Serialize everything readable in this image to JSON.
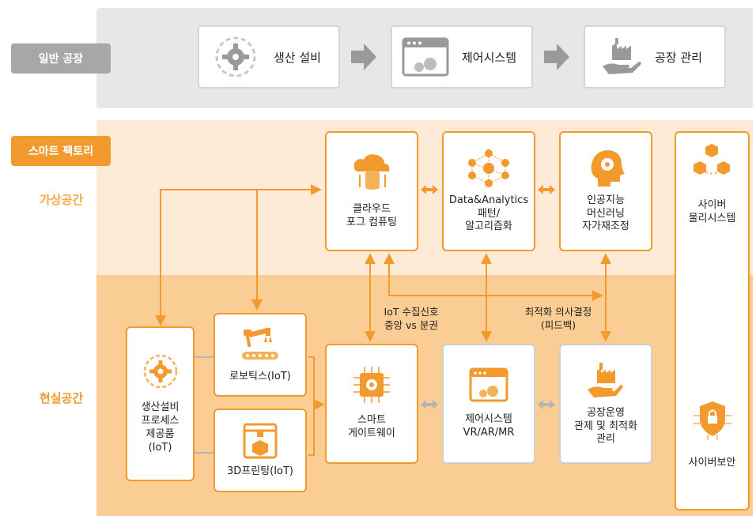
{
  "general": {
    "label": "일반 공장",
    "steps": [
      "생산 설비",
      "제어시스템",
      "공장 관리"
    ]
  },
  "smart": {
    "label": "스마트 팩토리",
    "virtual_label": "가상공간",
    "real_label": "현실공간",
    "cloud": "클라우드\n포그 컴퓨팅",
    "analytics": "Data&Analytics\n패턴/\n알고리즘화",
    "ai": "인공지능\n머신러닝\n자가재조정",
    "cps": "사이버\n물리시스템",
    "security": "사이버보안",
    "equipment": "생산설비\n프로세스\n제공품\n(IoT)",
    "robotics": "로보틱스(IoT)",
    "printing": "3D프린팅(IoT)",
    "gateway": "스마트\n게이트웨이",
    "control": "제어시스템\nVR/AR/MR",
    "operation": "공장운영\n관제 및 최적화\n관리",
    "iot_label": "IoT 수집신호\n중앙 vs 분권",
    "decision_label": "최적화 의사결정\n(피드백)"
  },
  "colors": {
    "orange": "#f29a2e",
    "gray_tag": "#a7a7a7",
    "light_orange": "#f6b25a"
  }
}
